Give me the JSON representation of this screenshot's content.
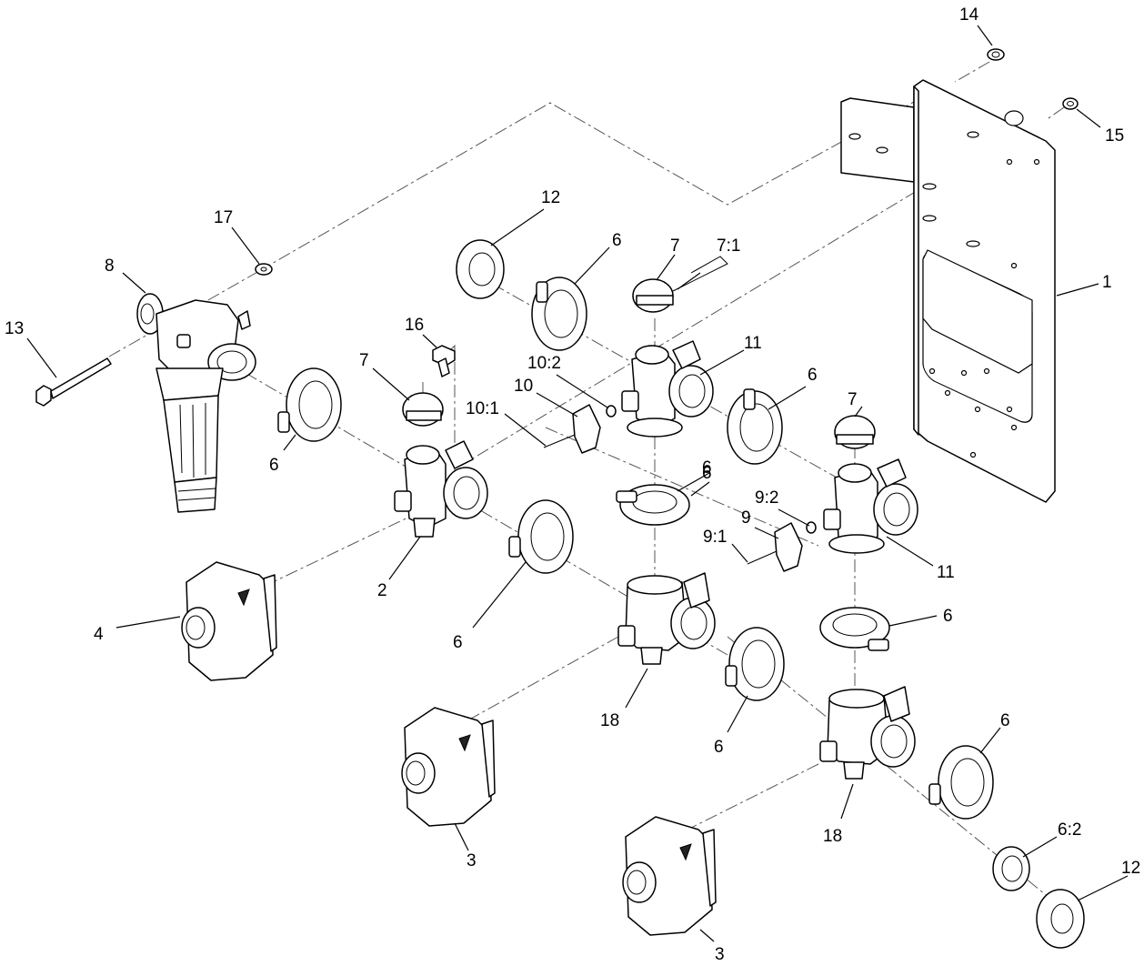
{
  "callouts": [
    {
      "id": "c14",
      "text": "14"
    },
    {
      "id": "c15",
      "text": "15"
    },
    {
      "id": "c1",
      "text": "1"
    },
    {
      "id": "c12a",
      "text": "12"
    },
    {
      "id": "c17",
      "text": "17"
    },
    {
      "id": "c8",
      "text": "8"
    },
    {
      "id": "c13",
      "text": "13"
    },
    {
      "id": "c6a",
      "text": "6"
    },
    {
      "id": "c7a",
      "text": "7"
    },
    {
      "id": "c71",
      "text": "7:1"
    },
    {
      "id": "c16",
      "text": "16"
    },
    {
      "id": "c7b",
      "text": "7"
    },
    {
      "id": "c102",
      "text": "10:2"
    },
    {
      "id": "c11a",
      "text": "11"
    },
    {
      "id": "c10",
      "text": "10"
    },
    {
      "id": "c101",
      "text": "10:1"
    },
    {
      "id": "c6b",
      "text": "6"
    },
    {
      "id": "c7c",
      "text": "7"
    },
    {
      "id": "c6c",
      "text": "6"
    },
    {
      "id": "c6d",
      "text": "6"
    },
    {
      "id": "c92",
      "text": "9:2"
    },
    {
      "id": "c9",
      "text": "9"
    },
    {
      "id": "c91",
      "text": "9:1"
    },
    {
      "id": "c11b",
      "text": "11"
    },
    {
      "id": "c2",
      "text": "2"
    },
    {
      "id": "c6e",
      "text": "6"
    },
    {
      "id": "c4",
      "text": "4"
    },
    {
      "id": "c6f",
      "text": "6"
    },
    {
      "id": "c6g",
      "text": "6"
    },
    {
      "id": "c18a",
      "text": "18"
    },
    {
      "id": "c6h",
      "text": "6"
    },
    {
      "id": "c6i",
      "text": "6"
    },
    {
      "id": "c62",
      "text": "6:2"
    },
    {
      "id": "c12b",
      "text": "12"
    },
    {
      "id": "c18b",
      "text": "18"
    },
    {
      "id": "c3a",
      "text": "3"
    },
    {
      "id": "c3b",
      "text": "3"
    }
  ]
}
